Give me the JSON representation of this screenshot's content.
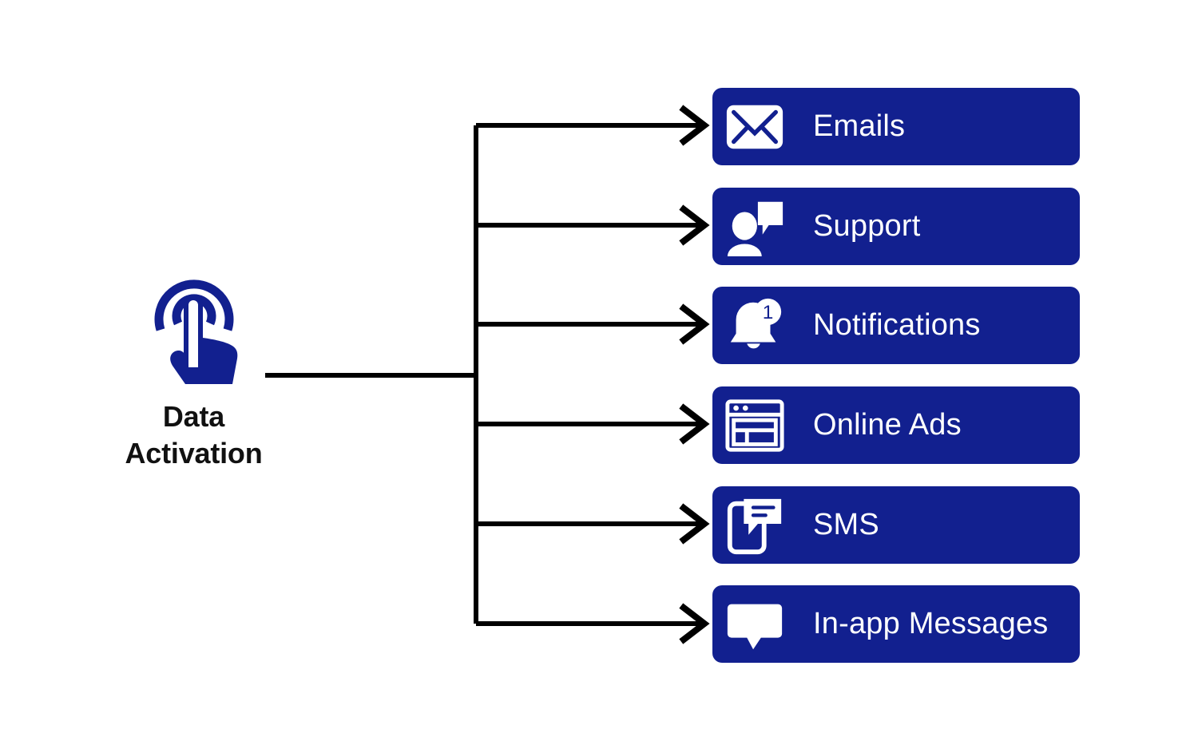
{
  "diagram": {
    "type": "fan-out-flow",
    "background_color": "#FFFFFF",
    "brand_color": "#12208F",
    "connector_color": "#000000",
    "source": {
      "label": "Data\nActivation",
      "label_color": "#111111",
      "icon": "tap-gesture-icon"
    },
    "channels": [
      {
        "label": "Emails",
        "icon": "envelope-icon"
      },
      {
        "label": "Support",
        "icon": "person-speech-bubble-icon"
      },
      {
        "label": "Notifications",
        "icon": "bell-badge-icon",
        "badge": "1"
      },
      {
        "label": "Online Ads",
        "icon": "browser-window-icon"
      },
      {
        "label": "SMS",
        "icon": "phone-message-icon"
      },
      {
        "label": "In-app Messages",
        "icon": "speech-bubble-icon"
      }
    ]
  }
}
